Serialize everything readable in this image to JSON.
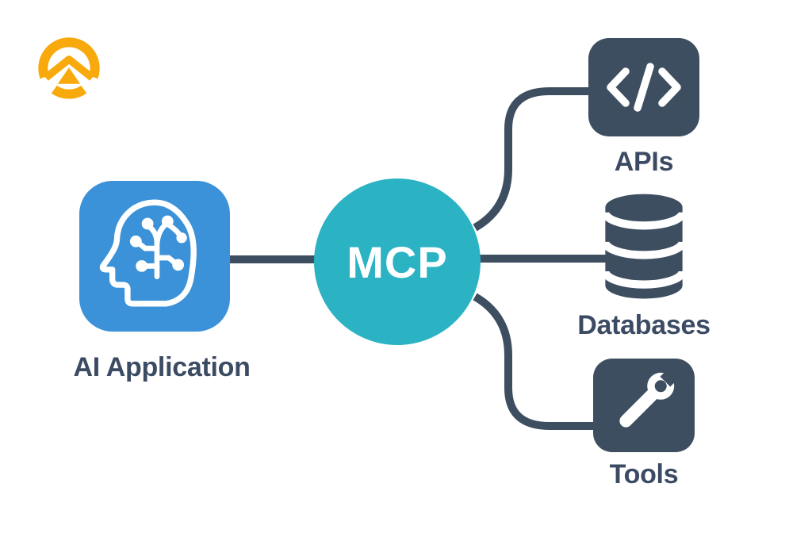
{
  "nodes": {
    "ai": {
      "label": "AI Application",
      "icon": "head-circuit-icon",
      "color": "#3B92D8"
    },
    "mcp": {
      "label": "MCP",
      "color": "#2BB3C4"
    },
    "apis": {
      "label": "APIs",
      "icon": "code-icon",
      "color": "#3E4E61"
    },
    "databases": {
      "label": "Databases",
      "icon": "database-icon",
      "color": "#3E4E61"
    },
    "tools": {
      "label": "Tools",
      "icon": "wrench-icon",
      "color": "#3E4E61"
    }
  },
  "connections": [
    {
      "from": "AI Application",
      "to": "MCP",
      "shape": "straight"
    },
    {
      "from": "MCP",
      "to": "APIs",
      "shape": "curved-up"
    },
    {
      "from": "MCP",
      "to": "Databases",
      "shape": "straight"
    },
    {
      "from": "MCP",
      "to": "Tools",
      "shape": "curved-down"
    }
  ],
  "branding": {
    "logo_icon": "mountain-ring-logo",
    "color": "#F8A90B"
  },
  "colors": {
    "background": "#FFFFFF",
    "connector": "#3E4E61",
    "label_text": "#3C4B64",
    "icon_on_dark": "#FFFFFF",
    "ai_node": "#3B92D8",
    "mcp_node": "#2BB3C4",
    "dark_node": "#3E4E61",
    "logo": "#F8A90B"
  }
}
